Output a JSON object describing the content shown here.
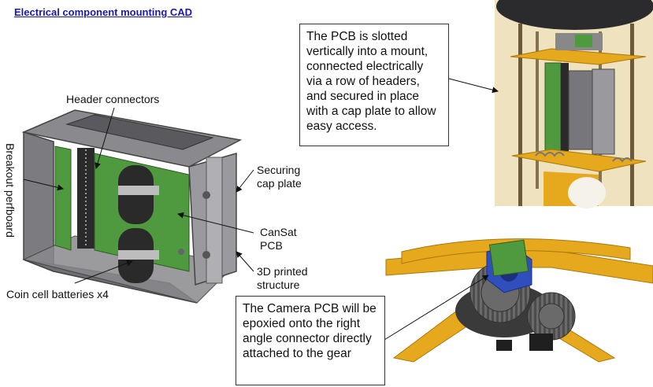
{
  "title": "Electrical component mounting CAD",
  "labels": {
    "header_connectors": "Header connectors",
    "breakout_perfboard": "Breakout perfboard",
    "securing_cap_plate": "Securing\ncap plate",
    "cansat_pcb": "CanSat\nPCB",
    "printed_structure": "3D printed\nstructure",
    "coin_cell": "Coin cell batteries x4"
  },
  "callouts": {
    "pcb_mount": "The PCB is slotted vertically into a mount, connected electrically via a row of headers, and secured in place with a cap plate to allow easy access.",
    "camera_pcb": "The Camera PCB will be epoxied onto the right angle connector directly attached to the gear"
  },
  "colors": {
    "title": "#1a1aa6",
    "structure": "#6f6f73",
    "pcb_green": "#4f9a3e",
    "yellow": "#e6a81c",
    "gear": "#5a5a5a",
    "mount_blue": "#2f4fbf"
  }
}
